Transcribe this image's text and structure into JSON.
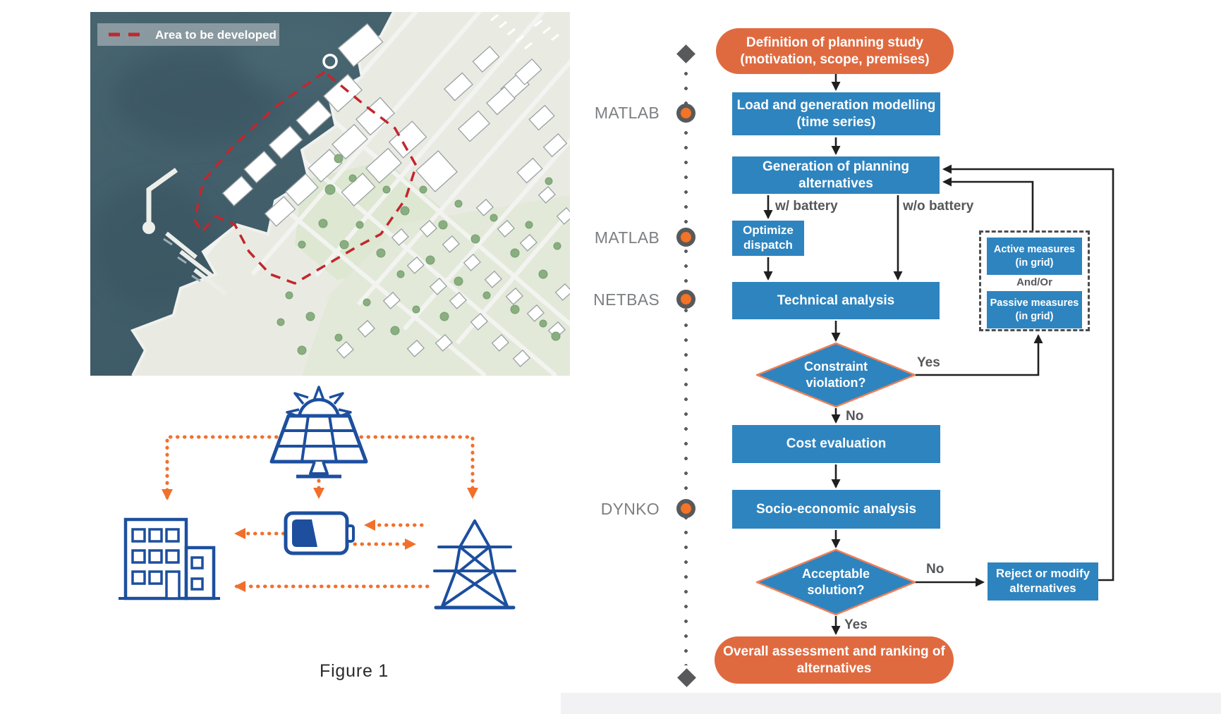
{
  "figure": {
    "caption": "Figure 1"
  },
  "map": {
    "legend": "Area to be developed"
  },
  "timeline": {
    "tools": [
      "MATLAB",
      "MATLAB",
      "NETBAS",
      "DYNKO"
    ]
  },
  "flowchart": {
    "definition": "Definition of planning study\n(motivation, scope, premises)",
    "load_modelling": "Load and generation modelling\n(time series)",
    "generation_alternatives": "Generation of planning\nalternatives",
    "optimize_dispatch": "Optimize\ndispatch",
    "technical_analysis": "Technical analysis",
    "constraint_violation": "Constraint\nviolation?",
    "cost_evaluation": "Cost evaluation",
    "socio_economic_analysis": "Socio-economic analysis",
    "acceptable_solution": "Acceptable\nsolution?",
    "overall_assessment": "Overall assessment and ranking of\nalternatives",
    "reject_or_modify": "Reject or modify\nalternatives",
    "active_measures": "Active measures\n(in grid)",
    "and_or": "And/Or",
    "passive_measures": "Passive measures\n(in grid)",
    "labels": {
      "w_battery": "w/ battery",
      "wo_battery": "w/o battery",
      "yes_constraint": "Yes",
      "no_constraint": "No",
      "no_acceptable": "No",
      "yes_acceptable": "Yes"
    }
  },
  "colors": {
    "box_blue": "#2e84bf",
    "stadium_orange": "#e06a40",
    "diamond_border": "#ee8058",
    "timeline_orange": "#f47326",
    "timeline_gray": "#58595b",
    "icon_blue": "#1d4f9e",
    "dotted_arrow_orange": "#f26f2b",
    "map_water": "#42606e",
    "area_outline_red": "#c1272d"
  }
}
